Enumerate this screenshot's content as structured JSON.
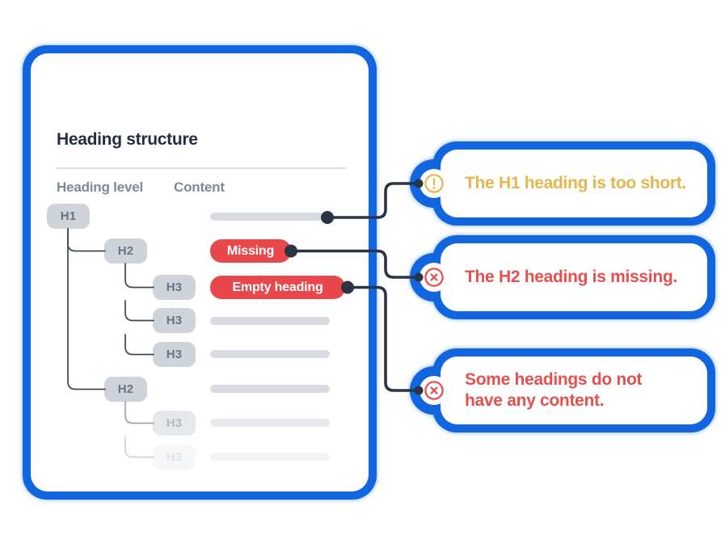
{
  "colors": {
    "accent_blue": "#1166E0",
    "error_red": "#E8484C",
    "error_text_red": "#E5504E",
    "warning_yellow": "#E6B54C",
    "connector_navy": "#2B3444",
    "tree_line": "#3E4859",
    "level_badge_gray": "#CFD4DB",
    "level_badge_text": "#6A7482",
    "skeleton_bar_gray": "#D8DCE2",
    "title_text": "#232E40",
    "column_header_text": "#7E8897"
  },
  "card": {
    "title": "Heading structure",
    "columns": {
      "level": "Heading level",
      "content": "Content"
    },
    "rows": [
      {
        "level": "H1",
        "content_type": "skeleton-bar",
        "content_label": ""
      },
      {
        "level": "H2",
        "content_type": "error-badge",
        "content_label": "Missing"
      },
      {
        "level": "H3",
        "content_type": "error-badge",
        "content_label": "Empty heading"
      },
      {
        "level": "H3",
        "content_type": "skeleton-bar",
        "content_label": ""
      },
      {
        "level": "H3",
        "content_type": "skeleton-bar",
        "content_label": ""
      },
      {
        "level": "H2",
        "content_type": "skeleton-bar",
        "content_label": ""
      },
      {
        "level": "H3",
        "content_type": "skeleton-bar",
        "content_label": "",
        "faded": true
      },
      {
        "level": "H3",
        "content_type": "skeleton-bar",
        "content_label": "",
        "faded": true
      }
    ]
  },
  "callouts": [
    {
      "icon": "warning-circle-icon",
      "severity": "warning",
      "text": "The H1 heading is too short."
    },
    {
      "icon": "x-circle-icon",
      "severity": "error",
      "text": "The H2 heading is missing."
    },
    {
      "icon": "x-circle-icon",
      "severity": "error",
      "text": "Some headings do not have any content."
    }
  ]
}
